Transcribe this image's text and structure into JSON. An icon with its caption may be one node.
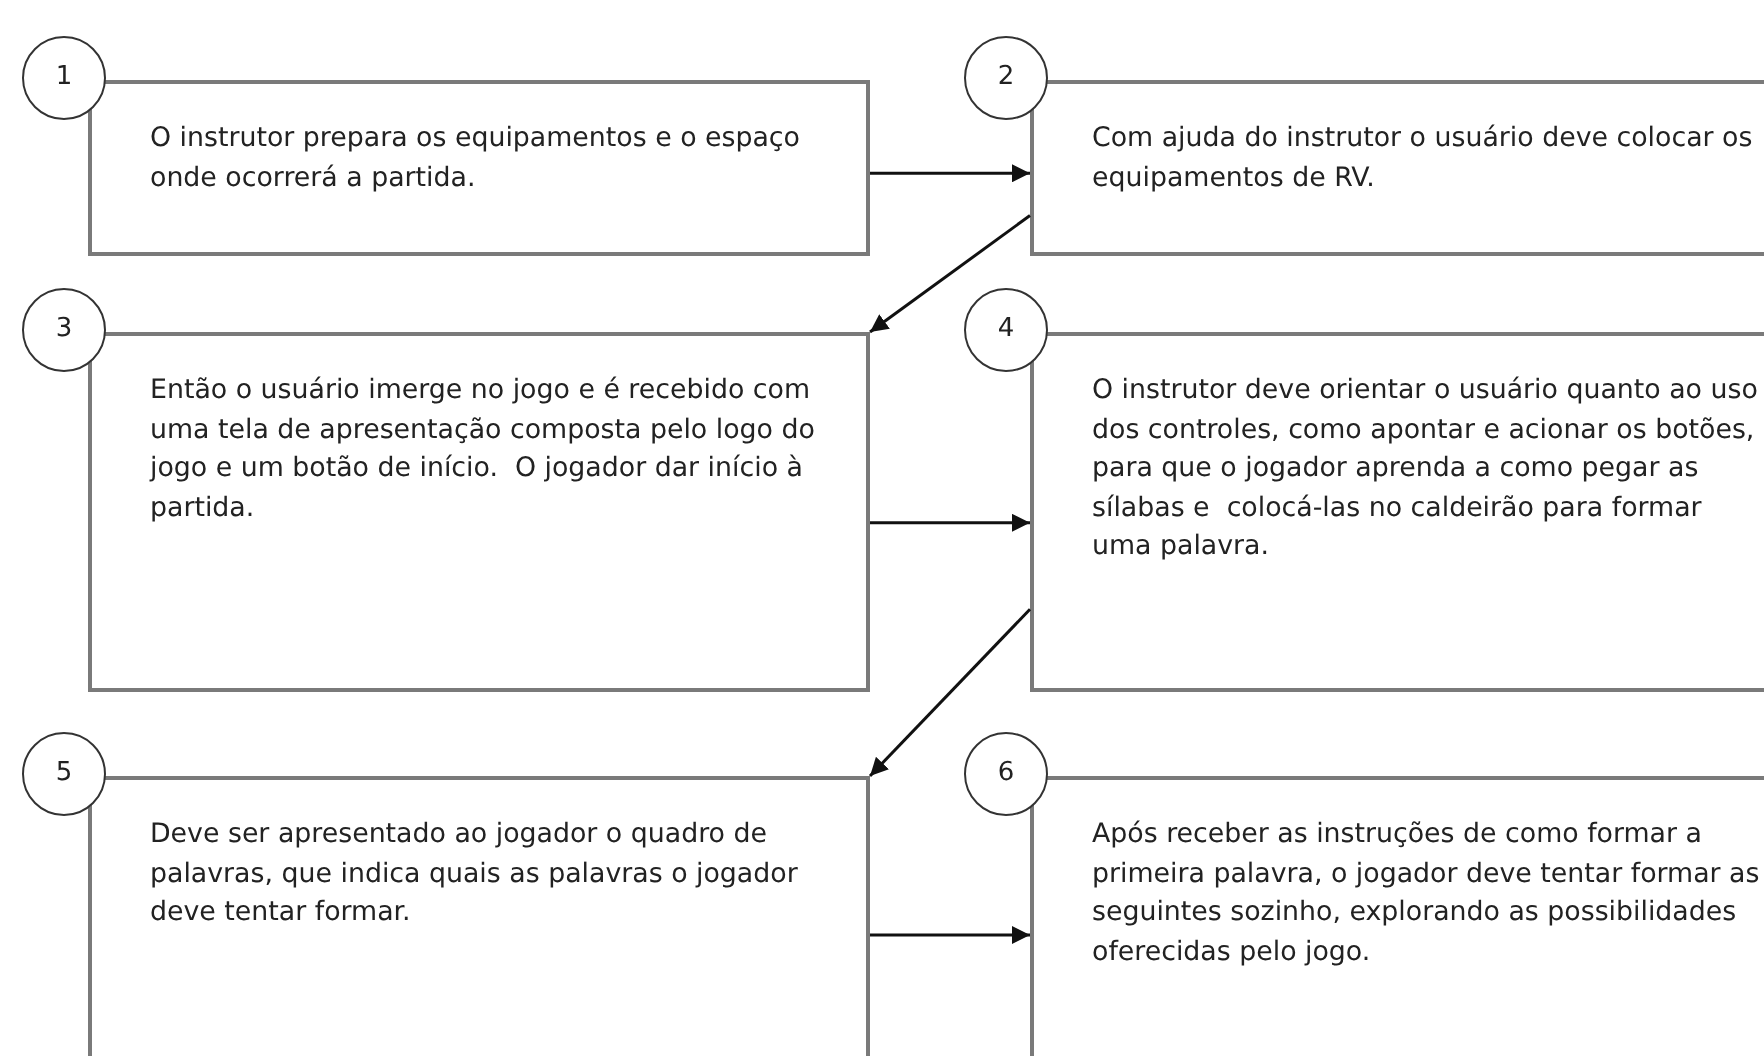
{
  "diagram": {
    "nodes": [
      {
        "text": [
          "1",
          "O instrutor prepara os equipamentos e o espaço onde ocorrerá a partida."
        ]
      },
      {
        "text": [
          "2",
          "Com ajuda do instrutor o usuário deve colocar os equipamentos de RV."
        ]
      },
      {
        "text": [
          "3",
          "Então o usuário imerge no jogo e é recebido com uma tela de apresentação composta pelo logo do jogo e um botão de início.  O jogador dar início à partida."
        ]
      },
      {
        "text": [
          "4",
          "O instrutor deve orientar o usuário quanto ao uso dos controles, como apontar e acionar os botões, para que o jogador aprenda a como pegar as sílabas e  colocá-las no caldeirão para formar uma palavra."
        ]
      },
      {
        "text": [
          "5",
          "Deve ser apresentado ao jogador o quadro de palavras, que indica quais as palavras o jogador deve tentar formar."
        ]
      },
      {
        "text": [
          "6",
          "Após receber as instruções de como formar a primeira palavra, o jogador deve tentar formar as seguintes sozinho, explorando as possibilidades oferecidas pelo jogo."
        ]
      }
    ],
    "edges": [
      {
        "from": 0,
        "to": 1,
        "arrow": "to"
      },
      {
        "from": 1,
        "to": 2,
        "arrow": "to"
      },
      {
        "from": 2,
        "to": 3,
        "arrow": "to"
      },
      {
        "from": 3,
        "to": 4,
        "arrow": "to"
      },
      {
        "from": 4,
        "to": 5,
        "arrow": "to"
      }
    ]
  }
}
